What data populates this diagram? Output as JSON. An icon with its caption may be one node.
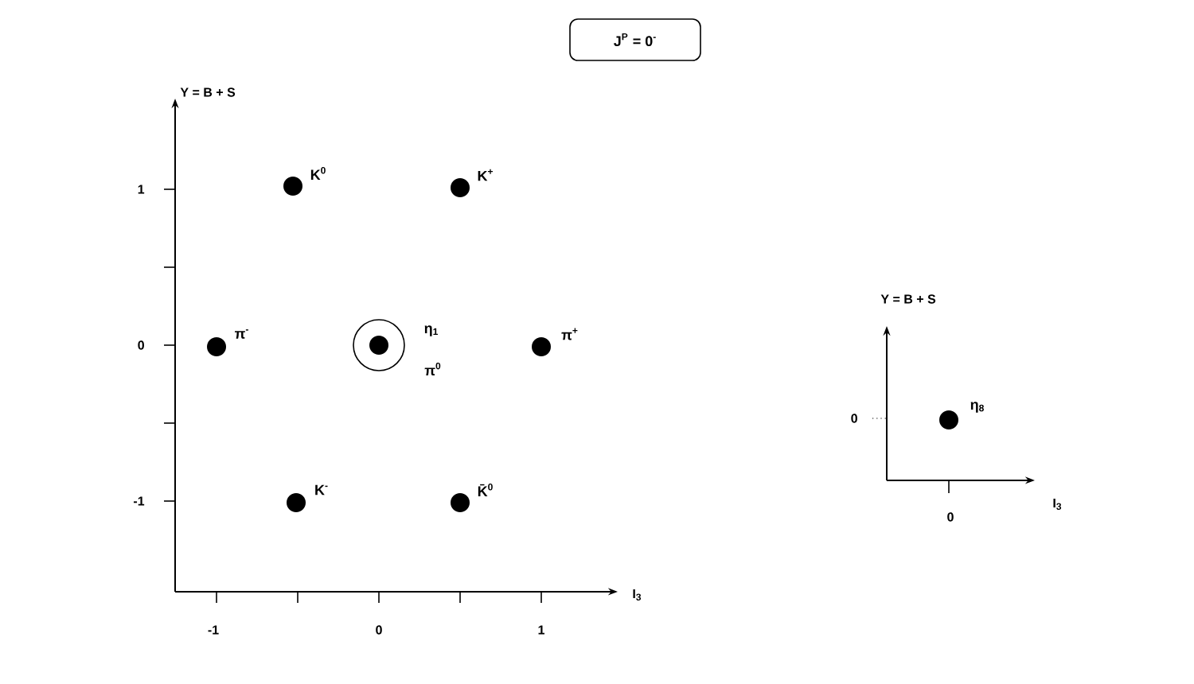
{
  "diagram": {
    "nodes": [
      {
        "text": [
          "J$^{P}$ = 0$^{-}$"
        ]
      },
      {
        "text": [],
        "shape": "circle",
        "beside": [
          "K$^{0}$"
        ]
      },
      {
        "text": [],
        "shape": "circle",
        "beside": [
          "K$^{+}$"
        ]
      },
      {
        "text": [],
        "shape": "circle",
        "beside": [
          "π$^{-}$"
        ]
      },
      {
        "text": [],
        "shape": "circle",
        "beside": [
          "η$_{1}$"
        ]
      },
      {
        "text": [],
        "shape": "circle",
        "beside": [
          "π$^{0}$"
        ],
        "in": 4
      },
      {
        "text": [],
        "shape": "circle",
        "beside": [
          "π$^{+}$"
        ]
      },
      {
        "text": [],
        "shape": "circle",
        "beside": [
          "K$^{-}$"
        ]
      },
      {
        "text": [],
        "shape": "circle",
        "beside": [
          "K̄$^{0}$"
        ]
      },
      {
        "text": [],
        "shape": "circle",
        "beside": [
          "η$_{8}$"
        ]
      }
    ],
    "labels": [
      "Y = B + S",
      "1",
      "0",
      "-1",
      "-1",
      "0",
      "1",
      "I$_{3}$",
      "Y = B + S",
      "0",
      "0",
      "I$_{3}$"
    ]
  }
}
